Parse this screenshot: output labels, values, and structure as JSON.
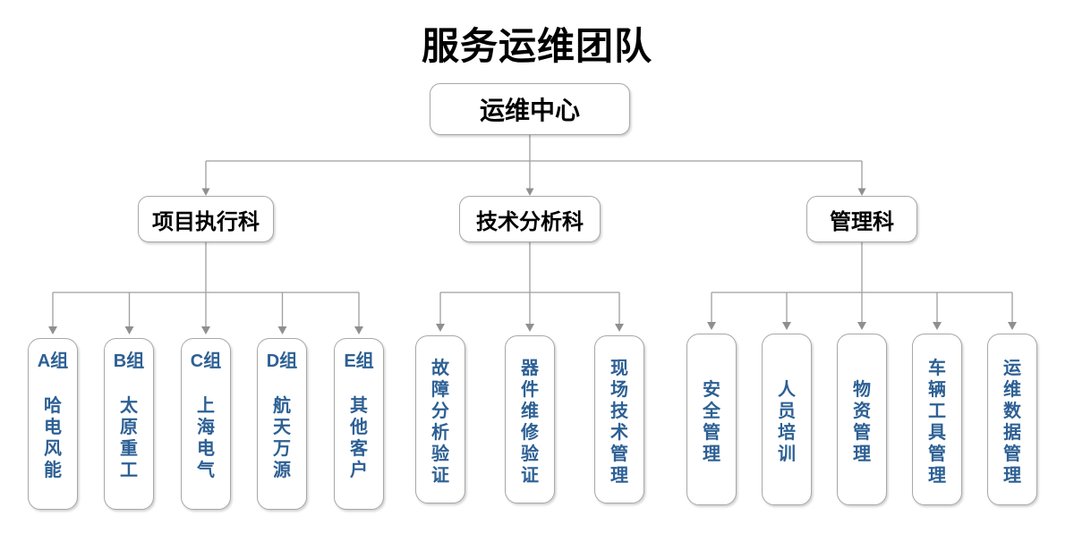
{
  "title": "服务运维团队",
  "root": {
    "label": "运维中心"
  },
  "branches": [
    {
      "label": "项目执行科",
      "children": [
        {
          "group": "A组",
          "name": "哈电风能"
        },
        {
          "group": "B组",
          "name": "太原重工"
        },
        {
          "group": "C组",
          "name": "上海电气"
        },
        {
          "group": "D组",
          "name": "航天万源"
        },
        {
          "group": "E组",
          "name": "其他客户"
        }
      ]
    },
    {
      "label": "技术分析科",
      "children": [
        {
          "name": "故障分析验证"
        },
        {
          "name": "器件维修验证"
        },
        {
          "name": "现场技术管理"
        }
      ]
    },
    {
      "label": "管理科",
      "children": [
        {
          "name": "安全管理"
        },
        {
          "name": "人员培训"
        },
        {
          "name": "物资管理"
        },
        {
          "name": "车辆工具管理"
        },
        {
          "name": "运维数据管理"
        }
      ]
    }
  ],
  "colors": {
    "accent_text": "#2d6094",
    "node_text": "#000000",
    "box_border": "#a8a8a8",
    "connector": "#9e9e9e",
    "connector_arrow": "#8f8f8f"
  }
}
